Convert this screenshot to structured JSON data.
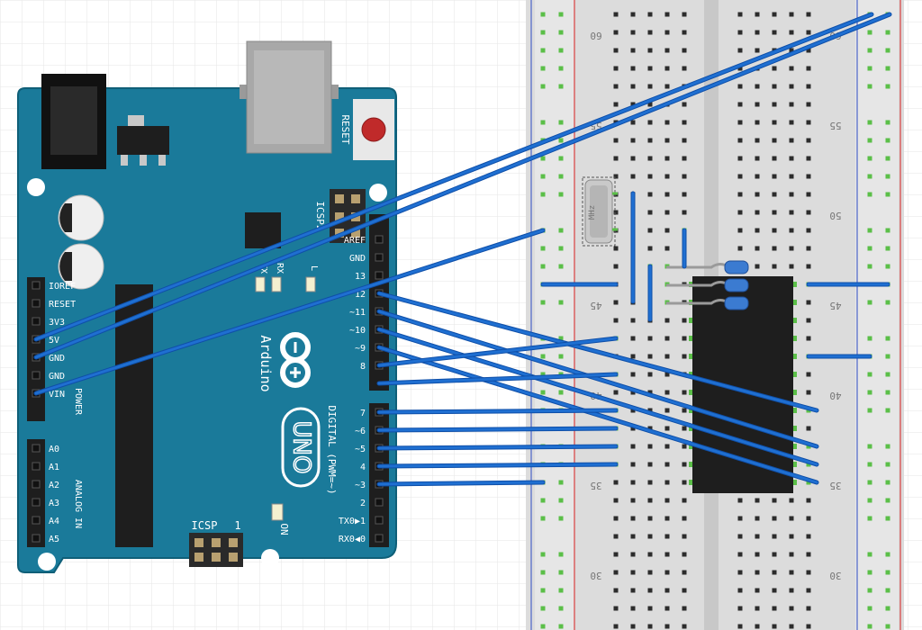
{
  "arduino": {
    "reset_label": "RESET",
    "icsp_top_label": "ICSP2",
    "icsp_bottom_label": "ICSP",
    "icsp_pin1": "1",
    "brand": "Arduino",
    "model": "UNO",
    "on_label": "ON",
    "led_l": "L",
    "led_tx": "TX",
    "led_rx": "RX",
    "digital_group_label": "DIGITAL (PWM=~)",
    "power_group_label": "POWER",
    "analog_group_label": "ANALOG IN",
    "power_pins": [
      "IOREF",
      "RESET",
      "3V3",
      "5V",
      "GND",
      "GND",
      "VIN"
    ],
    "analog_pins": [
      "A0",
      "A1",
      "A2",
      "A3",
      "A4",
      "A5"
    ],
    "digital_top_pins": [
      "AREF",
      "GND",
      "13",
      "12",
      "~11",
      "~10",
      "~9",
      "8"
    ],
    "digital_bottom_pins": [
      "7",
      "~6",
      "~5",
      "4",
      "~3",
      "2",
      "TX0▶1",
      "RX0◀0"
    ]
  },
  "breadboard": {
    "row_numbers": [
      "60",
      "55",
      "50",
      "45",
      "40",
      "35",
      "30"
    ]
  },
  "crystal": {
    "label": "MHz"
  },
  "colors": {
    "board": "#1a7a9a",
    "wire": "#1f6fd1",
    "breadboard": "#dcdcdc",
    "rail_red": "#d94040",
    "rail_blue": "#4b63c9",
    "hole_active": "#5bbf48",
    "chip": "#1e1e1e"
  }
}
